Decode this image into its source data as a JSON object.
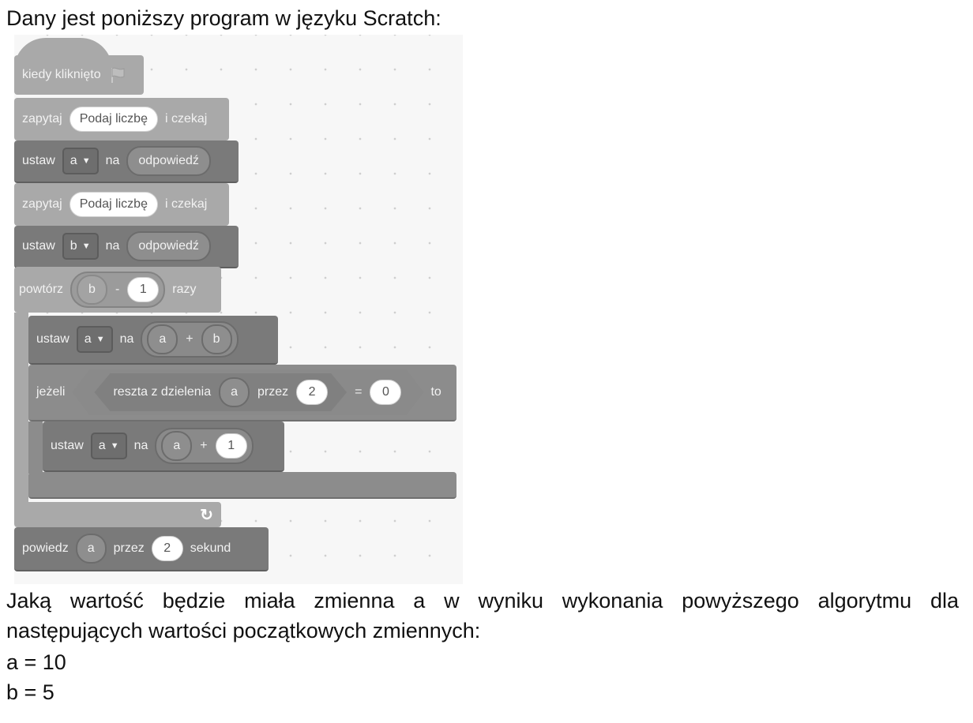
{
  "intro": "Dany jest poniższy program w języku Scratch:",
  "program": {
    "hat": {
      "label": "kiedy kliknięto",
      "icon": "green-flag-icon"
    },
    "ask1": {
      "label": "zapytaj",
      "prompt": "Podaj liczbę",
      "tail": "i czekaj"
    },
    "set_a": {
      "label": "ustaw",
      "var": "a",
      "na": "na",
      "value": "odpowiedź"
    },
    "ask2": {
      "label": "zapytaj",
      "prompt": "Podaj liczbę",
      "tail": "i czekaj"
    },
    "set_b": {
      "label": "ustaw",
      "var": "b",
      "na": "na",
      "value": "odpowiedź"
    },
    "repeat": {
      "label": "powtórz",
      "left": "b",
      "op": "-",
      "right": "1",
      "tail": "razy",
      "icon": "loop-arrow-icon"
    },
    "set_a_sum": {
      "label": "ustaw",
      "var": "a",
      "na": "na",
      "left": "a",
      "op": "+",
      "right": "b"
    },
    "if_block": {
      "label": "jeżeli",
      "mod_label": "reszta z dzielenia",
      "mod_left": "a",
      "mod_by": "przez",
      "mod_right": "2",
      "eq": "=",
      "eq_right": "0",
      "tail": "to"
    },
    "set_a_inc": {
      "label": "ustaw",
      "var": "a",
      "na": "na",
      "left": "a",
      "op": "+",
      "right": "1"
    },
    "say": {
      "label": "powiedz",
      "value": "a",
      "for": "przez",
      "secs": "2",
      "tail": "sekund"
    }
  },
  "question": "Jaką wartość będzie miała zmienna a w wyniku wykonania powyższego algorytmu dla następujących wartości początkowych zmiennych:",
  "init_a": "a = 10",
  "init_b": "b = 5",
  "colors": {
    "block_dark": "#7a7a7a",
    "block_light": "#a9a9a9",
    "workspace": "#f7f7f7"
  }
}
